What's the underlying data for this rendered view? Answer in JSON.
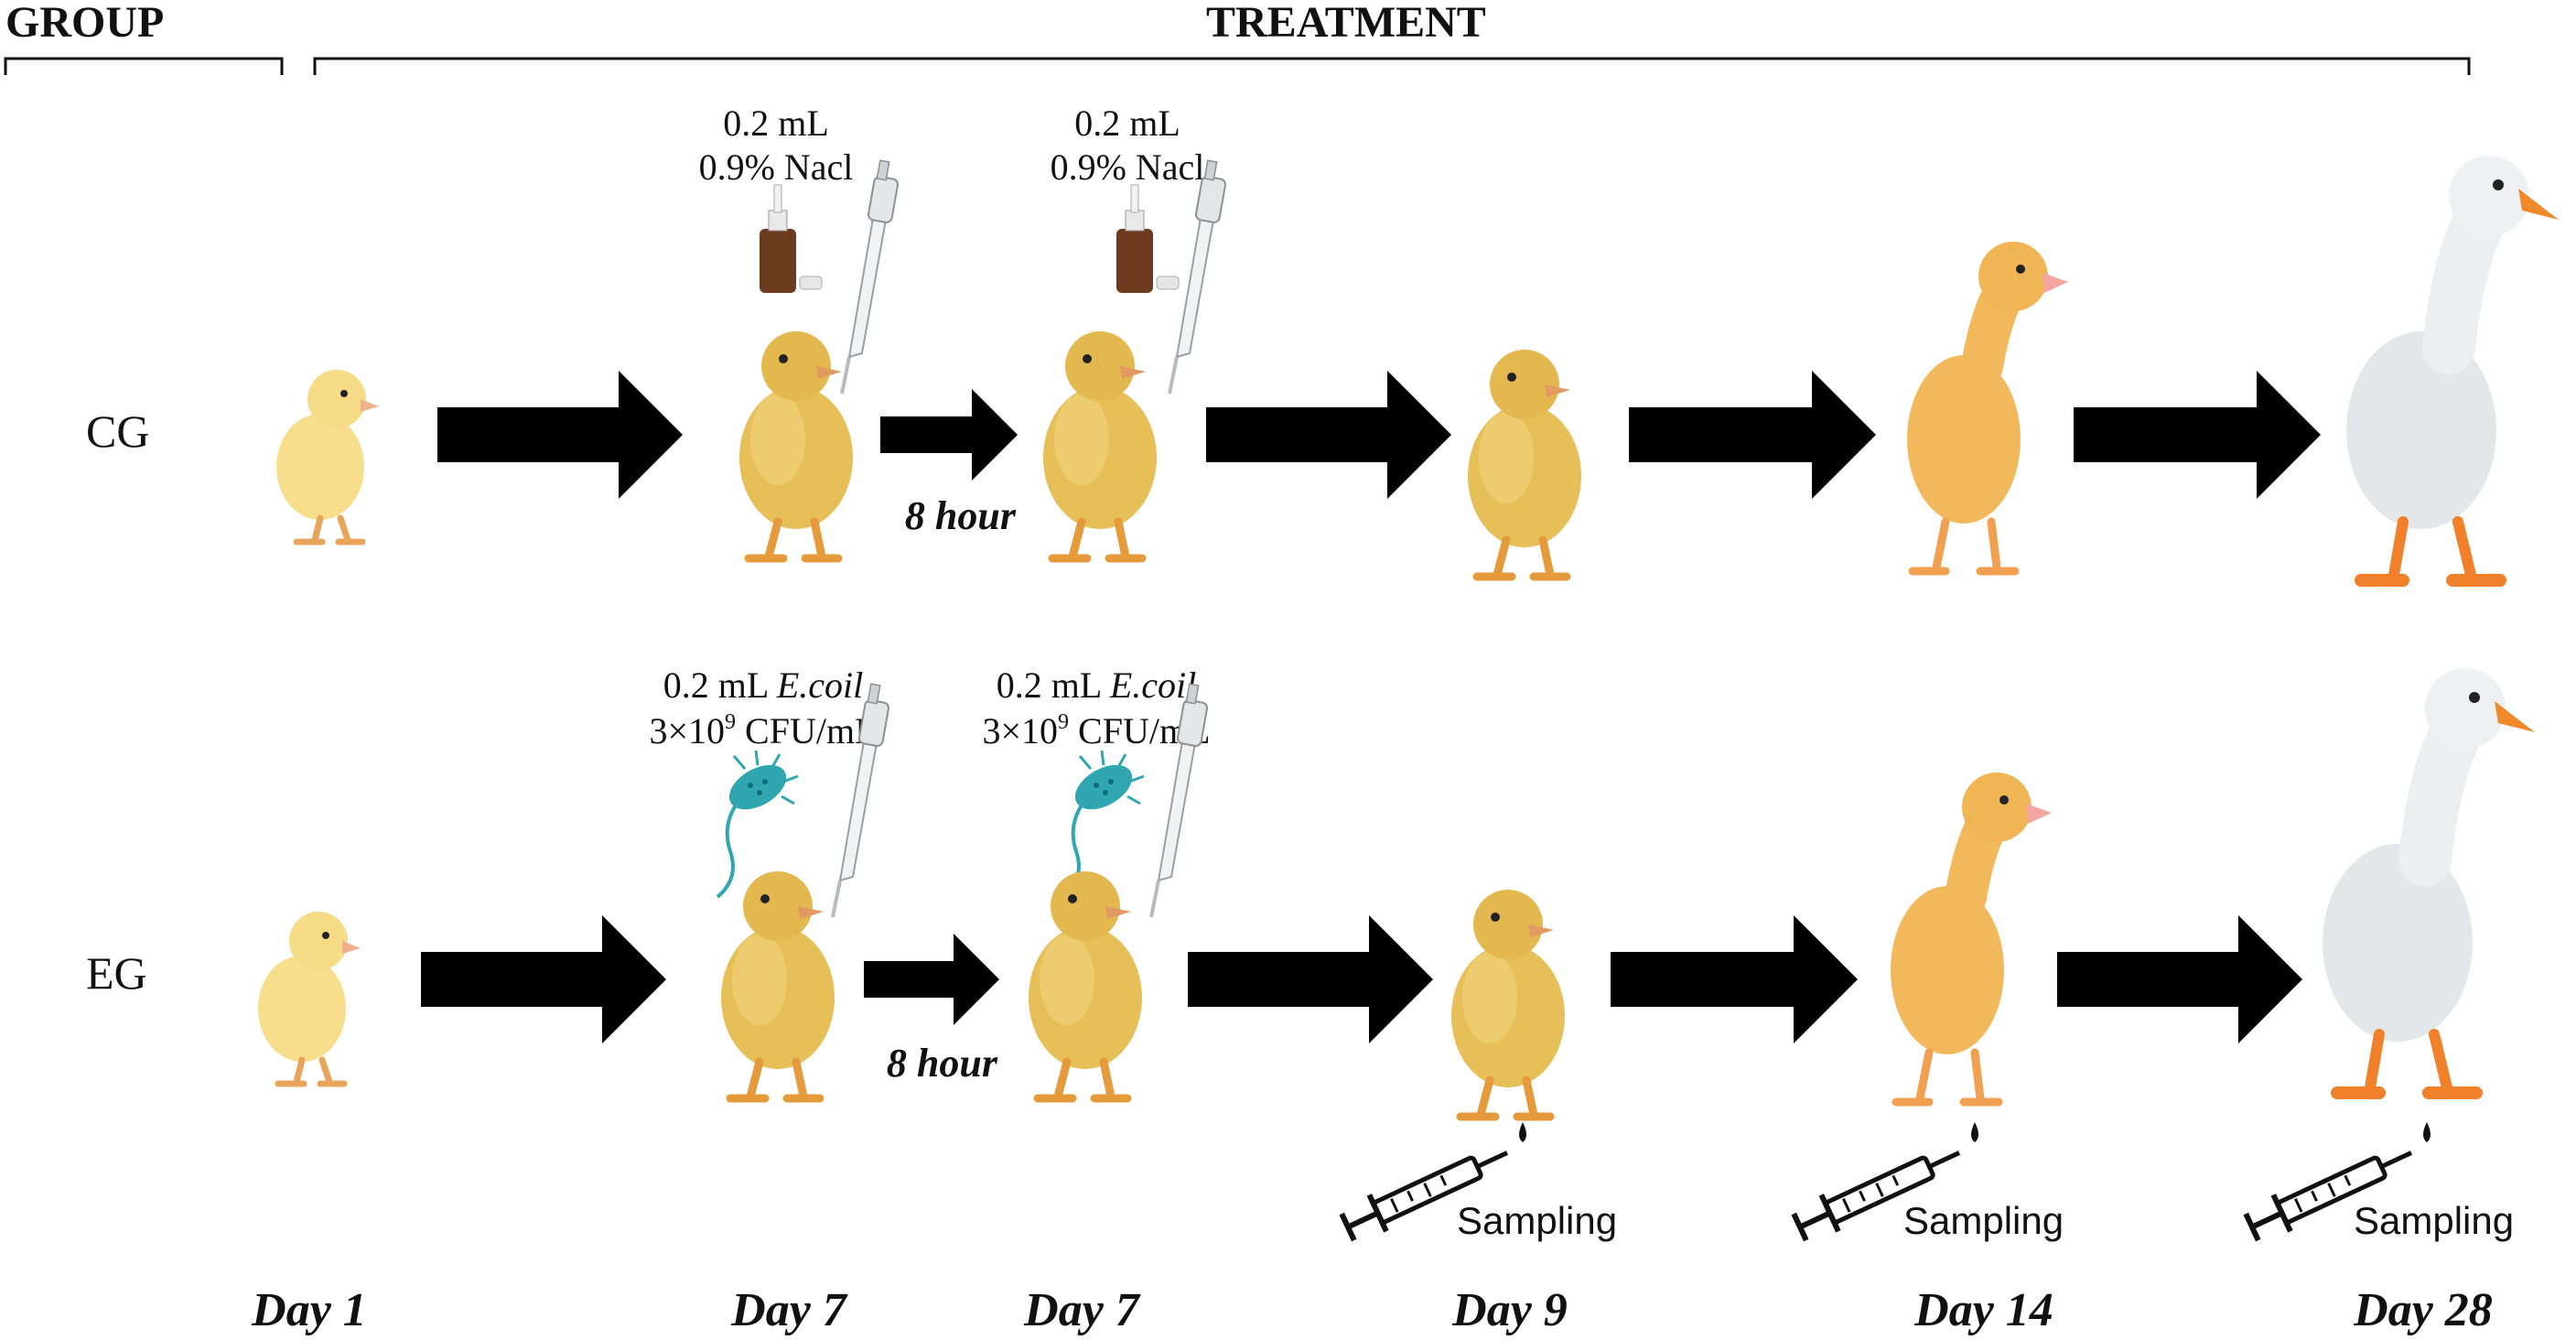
{
  "header": {
    "group": "GROUP",
    "treatment": "TREATMENT"
  },
  "groups": [
    {
      "label": "CG"
    },
    {
      "label": "EG"
    }
  ],
  "interval": "8 hour",
  "cg_dose": {
    "line1": "0.2 mL",
    "line2": "0.9% Nacl"
  },
  "eg_dose": {
    "line1_prefix": "0.2 mL ",
    "line1_organism": "E.coil",
    "line2_base": "3×10",
    "line2_exp": "9",
    "line2_unit": " CFU/mL"
  },
  "sampling_label": "Sampling",
  "days": [
    "Day 1",
    "Day 7",
    "Day 7",
    "Day 9",
    "Day 14",
    "Day 28"
  ],
  "colors": {
    "arrow": "#000000",
    "duckling": "#e8c25a",
    "adult_duck": "#e8ebee",
    "beak": "#f08a2a",
    "bacteria": "#2fa6b0"
  }
}
